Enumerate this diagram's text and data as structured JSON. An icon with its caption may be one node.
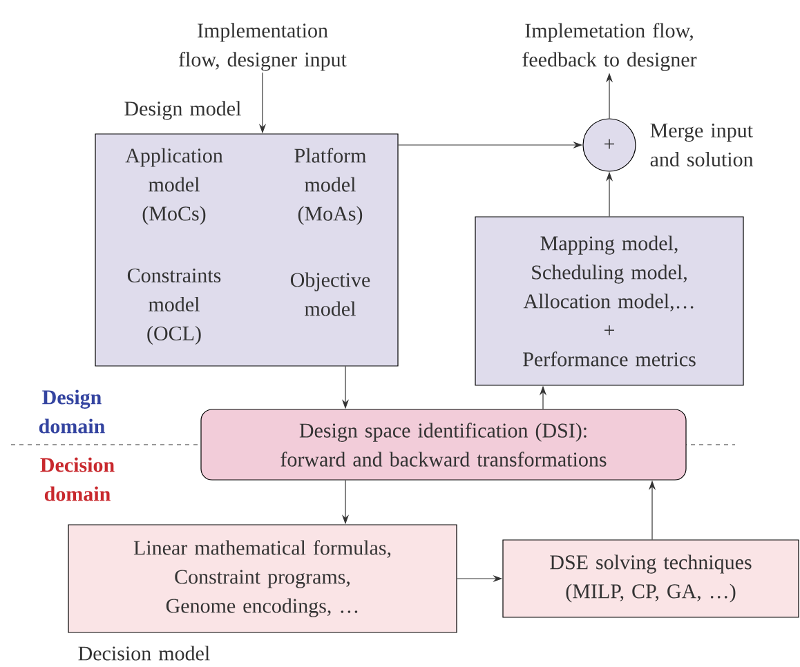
{
  "diagram": {
    "nodes": [
      {
        "text": [
          "Implementation flow, designer input"
        ]
      },
      {
        "text": [
          "Application model (MoCs)",
          "Platform model (MoAs)",
          "Constraints model (OCL)",
          "Objective model"
        ],
        "beside": [
          "Design model"
        ]
      },
      {
        "text": [
          "Implemetation flow, feedback to designer"
        ]
      },
      {
        "text": [
          "+"
        ],
        "beside": [
          "Merge input and solution"
        ]
      },
      {
        "text": [
          "Mapping model, Scheduling model, Allocation model,…",
          "+",
          "Performance metrics"
        ]
      },
      {
        "text": [
          "Design space identification (DSI): forward and backward transformations"
        ]
      },
      {
        "text": [
          "Linear mathematical formulas, Constraint programs, Genome encodings, …"
        ],
        "beside": [
          "Decision model"
        ]
      },
      {
        "text": [
          "DSE solving techniques (MILP, CP, GA, …)"
        ]
      }
    ],
    "edges": [
      {
        "from": 0,
        "to": 1,
        "arrow": "to"
      },
      {
        "from": 1,
        "to": 3,
        "arrow": "to"
      },
      {
        "from": 3,
        "to": 2,
        "arrow": "to"
      },
      {
        "from": 4,
        "to": 3,
        "arrow": "to"
      },
      {
        "from": 1,
        "to": 5,
        "arrow": "to"
      },
      {
        "from": 5,
        "to": 4,
        "arrow": "to"
      },
      {
        "from": 5,
        "to": 6,
        "arrow": "to"
      },
      {
        "from": 6,
        "to": 7,
        "arrow": "to"
      },
      {
        "from": 7,
        "to": 5,
        "arrow": "to"
      }
    ],
    "labels": [
      "Design domain",
      "Decision domain"
    ]
  }
}
